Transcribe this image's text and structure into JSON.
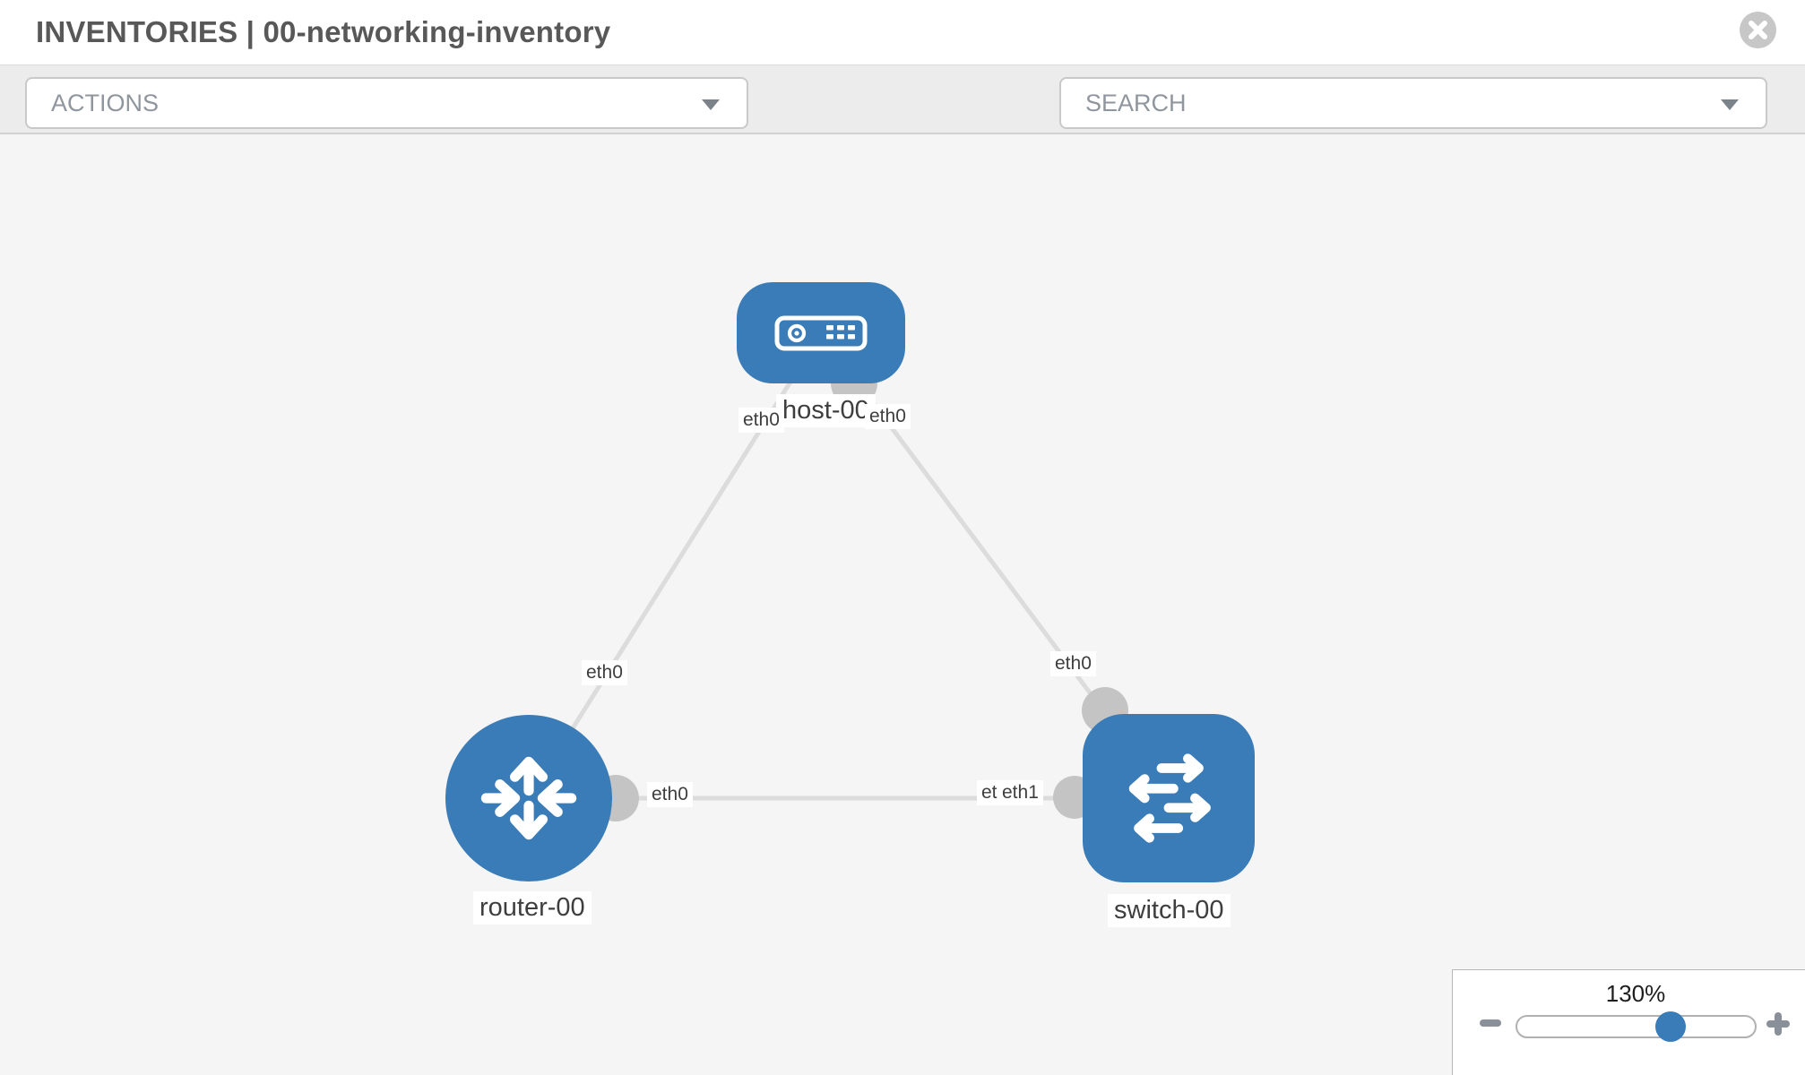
{
  "header": {
    "title": "INVENTORIES | 00-networking-inventory"
  },
  "toolbar": {
    "actions": {
      "placeholder": "ACTIONS"
    },
    "search": {
      "placeholder": "SEARCH"
    },
    "tools": [
      {
        "icon": "wrench-icon"
      },
      {
        "icon": "key-icon"
      }
    ]
  },
  "topology": {
    "nodes": [
      {
        "label": "host-00",
        "type": "host"
      },
      {
        "label": "router-00",
        "type": "router"
      },
      {
        "label": "switch-00",
        "type": "switch"
      }
    ],
    "links": [
      {
        "from": "host-00",
        "to": "router-00"
      },
      {
        "from": "host-00",
        "to": "switch-00"
      },
      {
        "from": "router-00",
        "to": "switch-00"
      }
    ],
    "interface_labels": [
      {
        "text": "eth0"
      },
      {
        "text": "eth0"
      },
      {
        "text": "eth0"
      },
      {
        "text": "eth0"
      },
      {
        "text": "eth0"
      },
      {
        "text": "eth0"
      },
      {
        "text": "eth1"
      }
    ]
  },
  "zoom_control": {
    "level": "130%"
  },
  "colors": {
    "node_blue": "#3a7cb8",
    "edge_gray": "#dcdcdc",
    "connector_gray": "#c4c4c4",
    "canvas_bg": "#f5f5f5",
    "toolbar_bg": "#ececec"
  }
}
